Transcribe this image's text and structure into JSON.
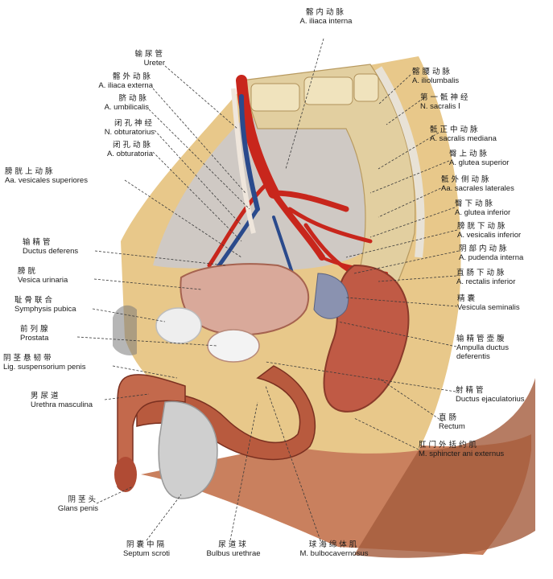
{
  "labels": [
    {
      "id": "iliaca-interna",
      "zh": "髂内动脉",
      "la": "A. iliaca interna"
    },
    {
      "id": "ureter",
      "zh": "输尿管",
      "la": "Ureter"
    },
    {
      "id": "iliaca-externa",
      "zh": "髂外动脉",
      "la": "A. iliaca externa"
    },
    {
      "id": "umbilicalis",
      "zh": "脐动脉",
      "la": "A. umbilicalis"
    },
    {
      "id": "n-obturatorius",
      "zh": "闭孔神经",
      "la": "N. obturatorius"
    },
    {
      "id": "a-obturatoria",
      "zh": "闭孔动脉",
      "la": "A. obturatoria"
    },
    {
      "id": "vesicales-superiores",
      "zh": "膀胱上动脉",
      "la": "Aa. vesicales superiores"
    },
    {
      "id": "ductus-deferens",
      "zh": "输精管",
      "la": "Ductus deferens"
    },
    {
      "id": "vesica-urinaria",
      "zh": "膀胱",
      "la": "Vesica urinaria"
    },
    {
      "id": "symphysis-pubica",
      "zh": "耻骨联合",
      "la": "Symphysis pubica"
    },
    {
      "id": "prostata",
      "zh": "前列腺",
      "la": "Prostata"
    },
    {
      "id": "lig-suspensorium",
      "zh": "阴茎悬韧带",
      "la": "Lig. suspensorium penis"
    },
    {
      "id": "urethra-masculina",
      "zh": "男尿道",
      "la": "Urethra masculina"
    },
    {
      "id": "glans-penis",
      "zh": "阴茎头",
      "la": "Glans penis"
    },
    {
      "id": "septum-scroti",
      "zh": "阴囊中隔",
      "la": "Septum scroti"
    },
    {
      "id": "bulbus-urethrae",
      "zh": "尿道球",
      "la": "Bulbus urethrae"
    },
    {
      "id": "bulbocavernosus",
      "zh": "球海绵体肌",
      "la": "M. bulbocavernosus"
    },
    {
      "id": "iliolumbalis",
      "zh": "髂腰动脉",
      "la": "A. iliolumbalis"
    },
    {
      "id": "n-sacralis",
      "zh": "第一骶神经",
      "la": "N. sacralis Ⅰ"
    },
    {
      "id": "sacralis-mediana",
      "zh": "骶正中动脉",
      "la": "A. sacralis mediana"
    },
    {
      "id": "glutea-superior",
      "zh": "臀上动脉",
      "la": "A. glutea superior"
    },
    {
      "id": "sacrales-laterales",
      "zh": "骶外侧动脉",
      "la": "Aa. sacrales laterales"
    },
    {
      "id": "glutea-inferior",
      "zh": "臀下动脉",
      "la": "A. glutea inferior"
    },
    {
      "id": "vesicalis-inferior",
      "zh": "膀胱下动脉",
      "la": "A. vesicalis inferior"
    },
    {
      "id": "pudenda-interna",
      "zh": "阴部内动脉",
      "la": "A. pudenda interna"
    },
    {
      "id": "rectalis-inferior",
      "zh": "直肠下动脉",
      "la": "A. rectalis inferior"
    },
    {
      "id": "vesicula-seminalis",
      "zh": "精囊",
      "la": "Vesicula seminalis"
    },
    {
      "id": "ampulla-ductus",
      "zh": "输精管壶腹",
      "la": "Ampulla ductus deferentis"
    },
    {
      "id": "ductus-ejaculatorius",
      "zh": "射精管",
      "la": "Ductus ejaculatorius"
    },
    {
      "id": "rectum",
      "zh": "直肠",
      "la": "Rectum"
    },
    {
      "id": "sphincter-ani",
      "zh": "肛门外括约肌",
      "la": "M. sphincter ani externus"
    }
  ],
  "colors": {
    "skin": "#c9805e",
    "muscle": "#b85a3e",
    "artery": "#c8261c",
    "vein": "#2a4a8c",
    "bone": "#e6d7a8",
    "fat": "#f1d97a",
    "bladder": "#d9a99a",
    "leader": "#3a3a3a"
  }
}
